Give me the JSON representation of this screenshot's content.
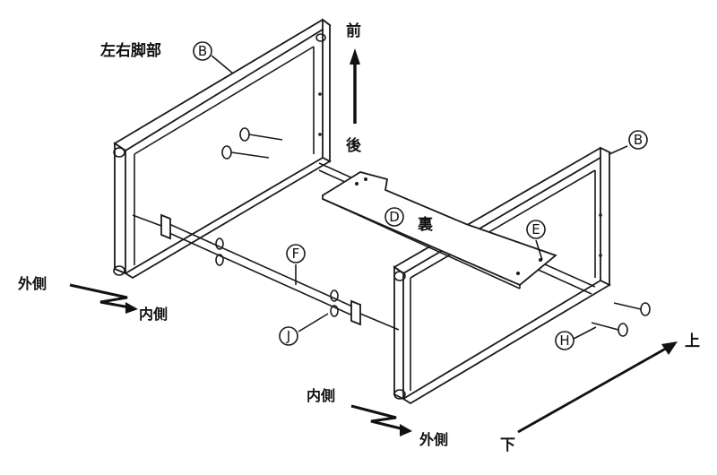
{
  "labels": {
    "left_leg_title": "左右脚部",
    "front": "前",
    "back": "後",
    "underside": "裏",
    "outside_left": "外側",
    "inside_left": "内側",
    "inside_bottom": "内側",
    "outside_bottom": "外側",
    "up": "上",
    "down": "下"
  },
  "callouts": {
    "b_left": "B",
    "b_right": "B",
    "d": "D",
    "e": "E",
    "f": "F",
    "j": "J",
    "h": "H"
  }
}
